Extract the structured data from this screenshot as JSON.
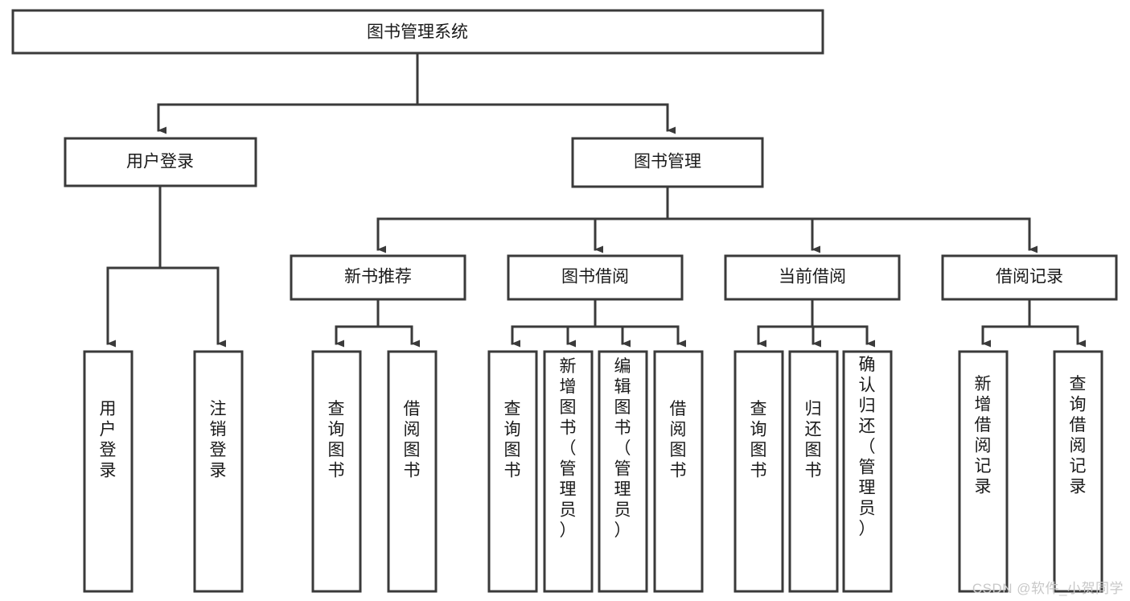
{
  "diagram": {
    "type": "tree-hierarchy-chart",
    "title": "图书管理系统",
    "orientation": "top-down",
    "colors": {
      "box_fill": "#ffffff",
      "box_stroke": "#3a3a3a",
      "connector": "#3a3a3a",
      "text": "#1a1a1a",
      "background": "#ffffff",
      "watermark": "#c8c8c8"
    },
    "root": {
      "label": "图书管理系统"
    },
    "level2": [
      {
        "label": "用户登录"
      },
      {
        "label": "图书管理"
      }
    ],
    "level3": [
      {
        "label": "新书推荐"
      },
      {
        "label": "图书借阅"
      },
      {
        "label": "当前借阅"
      },
      {
        "label": "借阅记录"
      }
    ],
    "leaves": {
      "user_login": [
        {
          "label": "用户登录"
        },
        {
          "label": "注销登录"
        }
      ],
      "new_book_recommend": [
        {
          "label": "查询图书"
        },
        {
          "label": "借阅图书"
        }
      ],
      "book_borrow": [
        {
          "label": "查询图书"
        },
        {
          "label": "新增图书（管理员）"
        },
        {
          "label": "编辑图书（管理员）"
        },
        {
          "label": "借阅图书"
        }
      ],
      "current_borrow": [
        {
          "label": "查询图书"
        },
        {
          "label": "归还图书"
        },
        {
          "label": "确认归还（管理员）"
        }
      ],
      "borrow_record": [
        {
          "label": "新增借阅记录"
        },
        {
          "label": "查询借阅记录"
        }
      ]
    }
  },
  "watermark": {
    "text": "CSDN @软件_小贺同学"
  }
}
